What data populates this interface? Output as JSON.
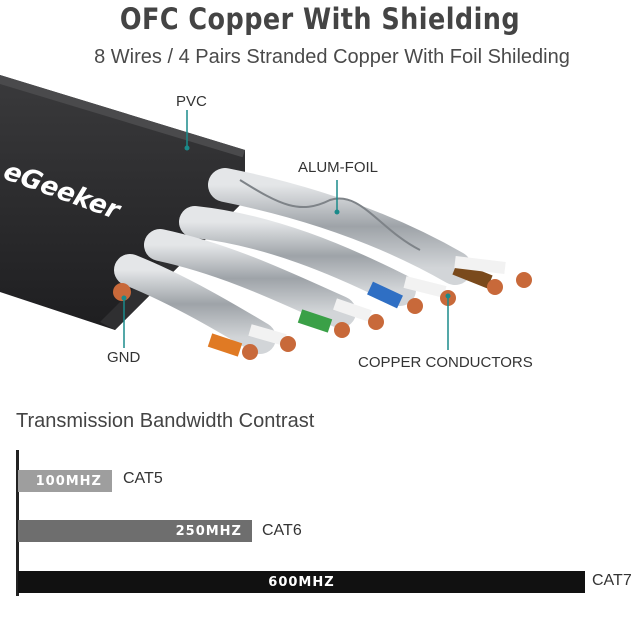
{
  "header": {
    "title": "OFC Copper With Shielding",
    "subtitle": "8 Wires / 4 Pairs Stranded Copper With Foil Shileding"
  },
  "illustration": {
    "brand": "eGeeker",
    "labels": {
      "pvc": "PVC",
      "alum_foil": "ALUM-FOIL",
      "gnd": "GND",
      "copper": "COPPER CONDUCTORS"
    },
    "colors": {
      "jacket": "#2b2b2d",
      "foil": "#b8bcc0",
      "copper": "#c8693a",
      "pair_orange": "#e07a24",
      "pair_green": "#3aa047",
      "pair_blue": "#2f6fc4",
      "pair_brown": "#7a4a1c",
      "pointer": "#1a8a8a"
    }
  },
  "bandwidth": {
    "title": "Transmission Bandwidth Contrast",
    "bars": [
      {
        "label": "100MHZ",
        "category": "CAT5",
        "value": 100,
        "color": "#9e9e9e"
      },
      {
        "label": "250MHZ",
        "category": "CAT6",
        "value": 250,
        "color": "#6e6e6e"
      },
      {
        "label": "600MHZ",
        "category": "CAT7",
        "value": 600,
        "color": "#111111"
      }
    ]
  }
}
